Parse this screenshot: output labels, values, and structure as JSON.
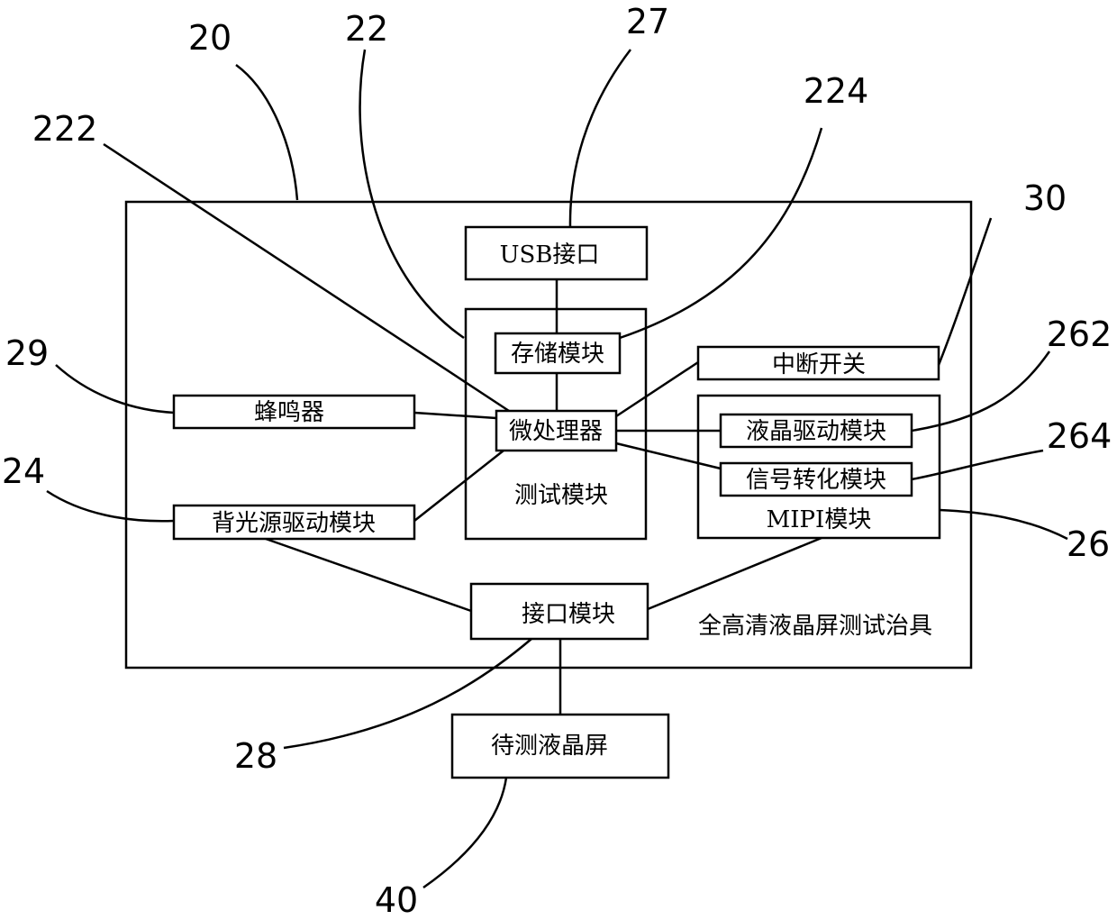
{
  "diagram": {
    "fixture_label": "全高清液晶屏测试治具",
    "modules": {
      "usb": "USB接口",
      "storage": "存储模块",
      "interrupt": "中断开关",
      "buzzer": "蜂鸣器",
      "microprocessor": "微处理器",
      "lcd_driver": "液晶驱动模块",
      "signal_conv": "信号转化模块",
      "test_module": "测试模块",
      "backlight": "背光源驱动模块",
      "mipi": "MIPI模块",
      "interface": "接口模块",
      "lcd_under_test": "待测液晶屏"
    },
    "refs": {
      "r20": "20",
      "r22": "22",
      "r27": "27",
      "r222": "222",
      "r224": "224",
      "r30": "30",
      "r29": "29",
      "r262": "262",
      "r264": "264",
      "r24": "24",
      "r26": "26",
      "r28": "28",
      "r40": "40"
    }
  }
}
